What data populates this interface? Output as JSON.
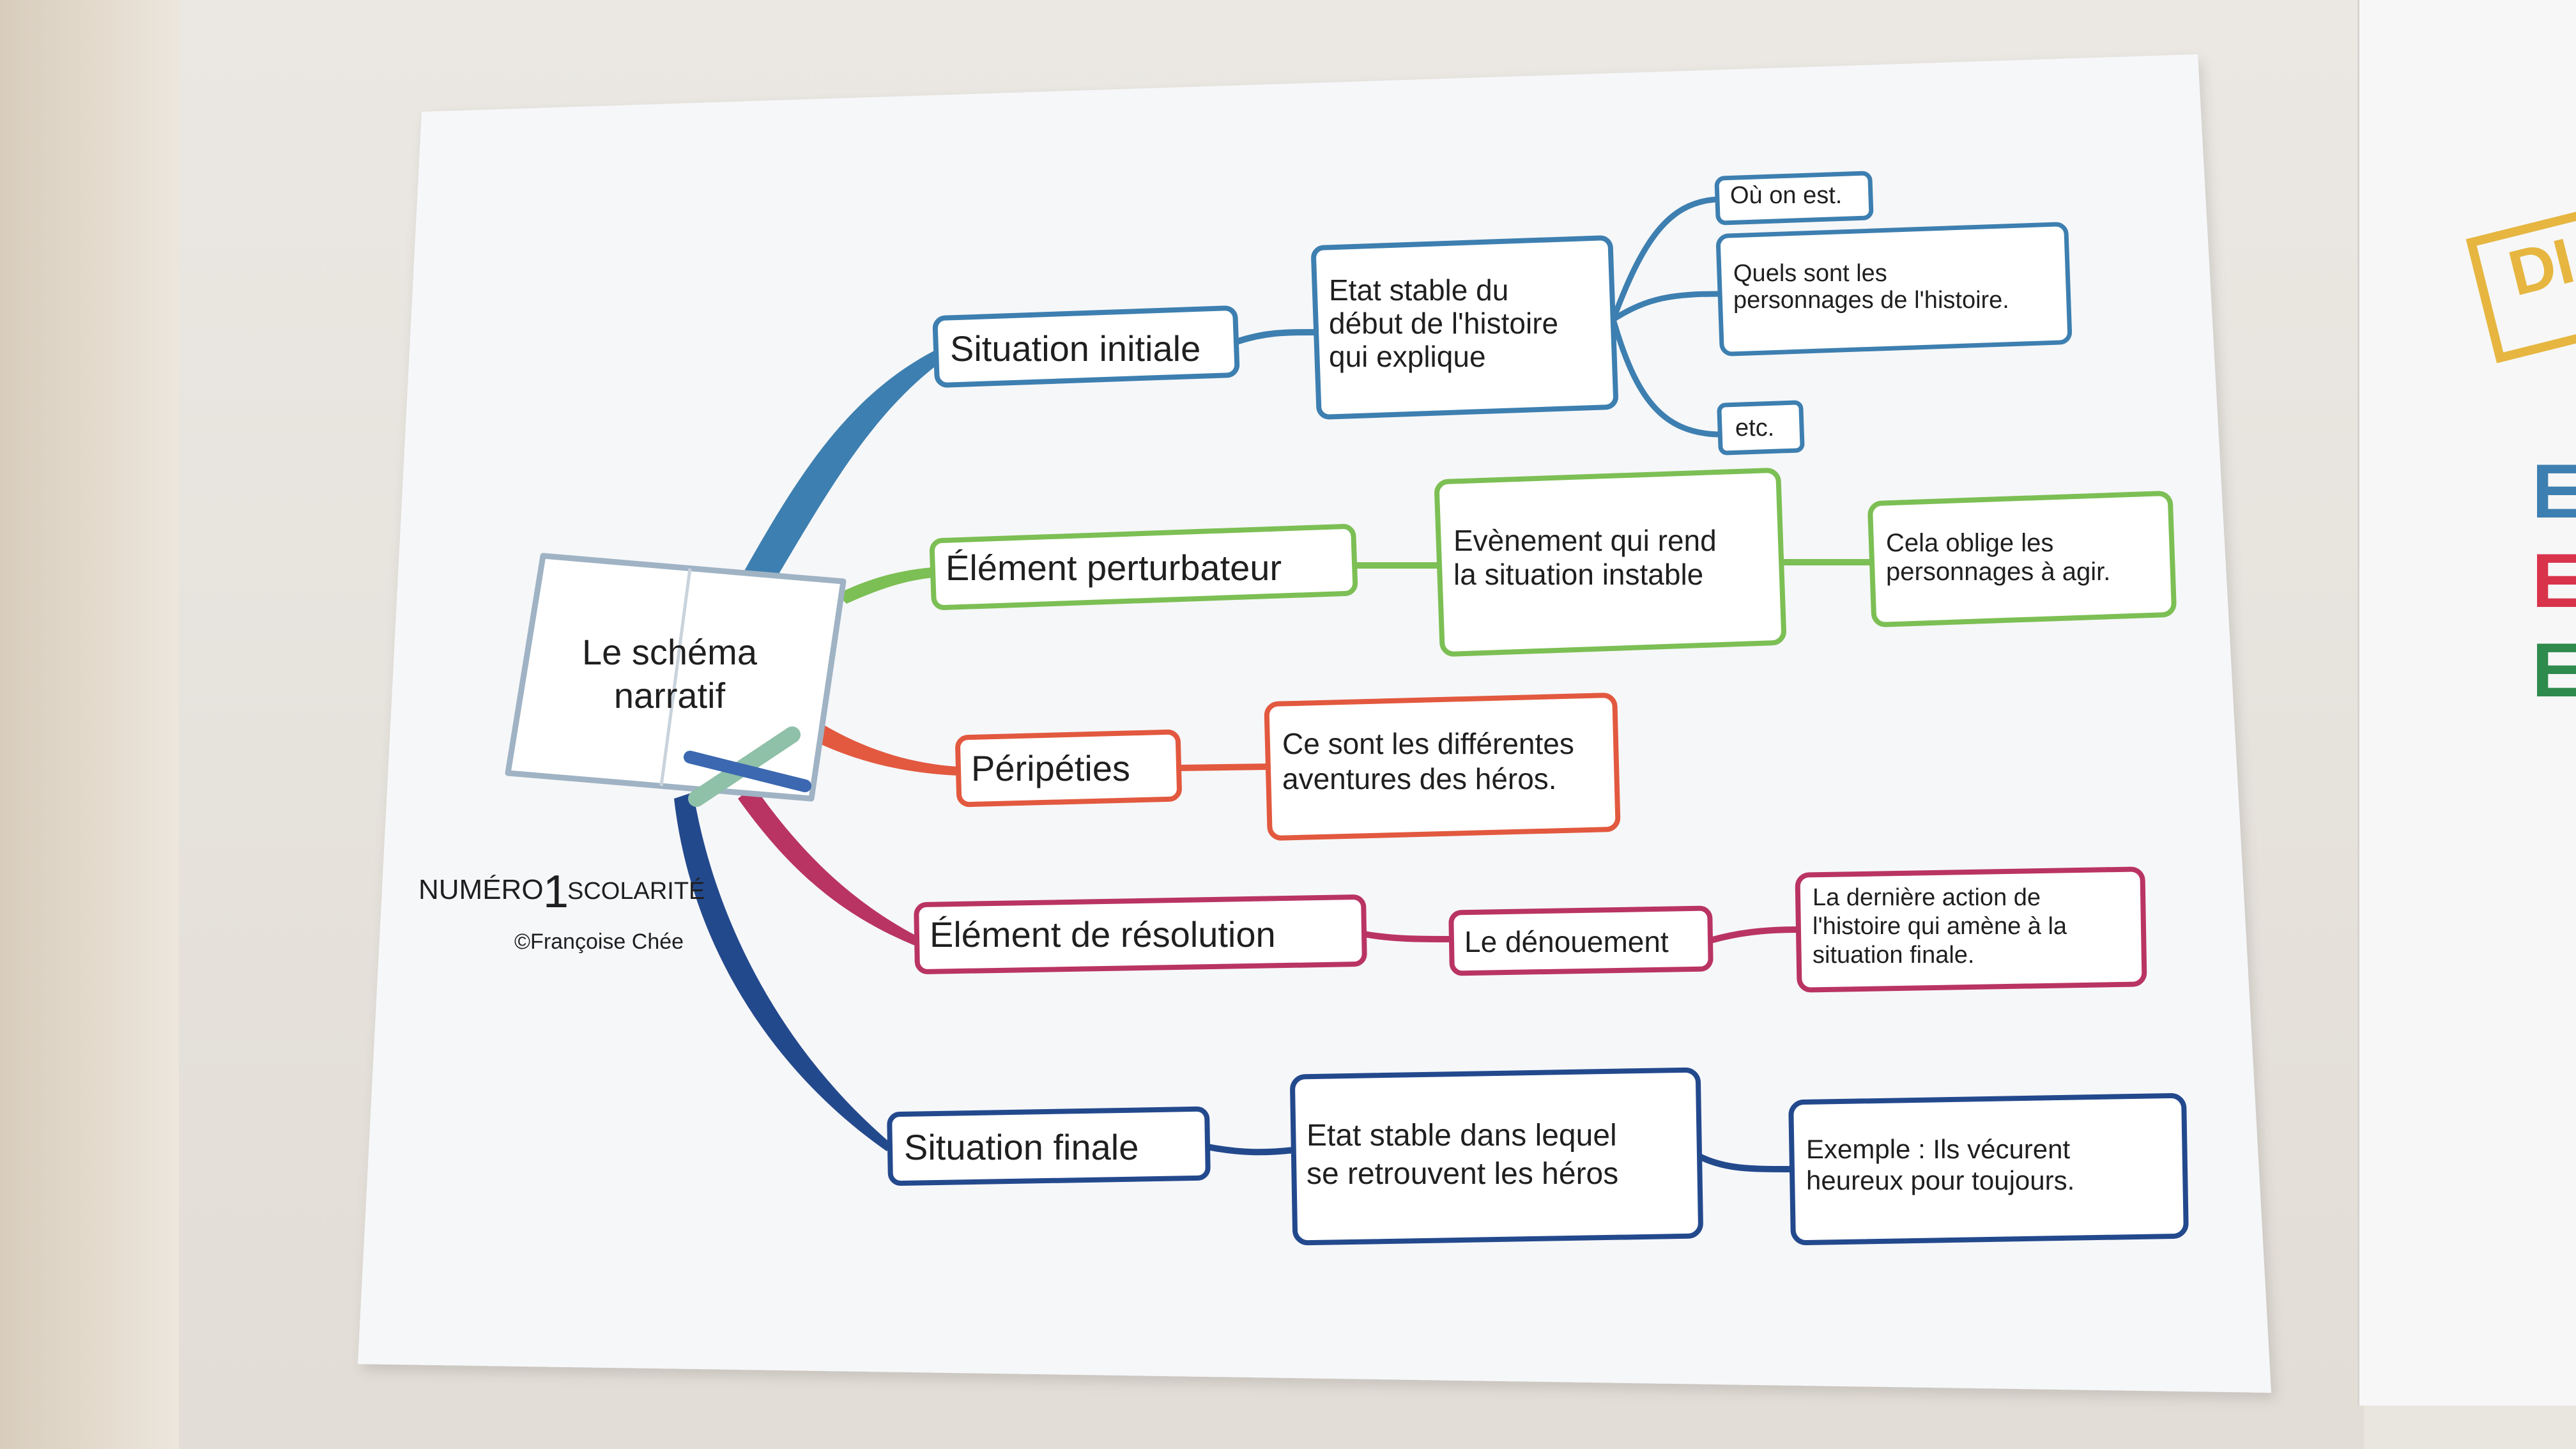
{
  "title": "Le schéma narratif",
  "logo": {
    "brand_a": "NUMÉRO",
    "brand_num": "1",
    "brand_b": "SCOLARITÉ",
    "credit": "©Françoise Chée"
  },
  "branches": {
    "situation_initiale": {
      "label": "Situation initiale",
      "detail": [
        "Etat stable du",
        "début de l'histoire",
        "qui explique"
      ],
      "leaves": {
        "ou": "Où on est.",
        "perso": [
          "Quels sont les",
          "personnages de l'histoire."
        ],
        "etc": "etc."
      },
      "color": "#3d7fb0"
    },
    "element_perturbateur": {
      "label": "Élément perturbateur",
      "detail": [
        "Evènement qui rend",
        "la situation instable"
      ],
      "leaf": [
        "Cela oblige les",
        "personnages à agir."
      ],
      "color": "#7cbf54"
    },
    "peripeties": {
      "label": "Péripéties",
      "detail": [
        "Ce sont les différentes",
        "aventures des héros."
      ],
      "color": "#e2593f"
    },
    "element_resolution": {
      "label": "Élément de résolution",
      "detail": "Le dénouement",
      "leaf": [
        "La dernière action de",
        "l'histoire qui amène à la",
        "situation finale."
      ],
      "color": "#b93463"
    },
    "situation_finale": {
      "label": "Situation finale",
      "detail": [
        "Etat stable dans lequel",
        "se retrouvent les héros"
      ],
      "leaf": [
        "Exemple : Ils vécurent",
        "heureux pour toujours."
      ],
      "color": "#23498d"
    }
  },
  "colors": {
    "center_box": "#9fb3c4",
    "paper": "#f6f7f9"
  }
}
